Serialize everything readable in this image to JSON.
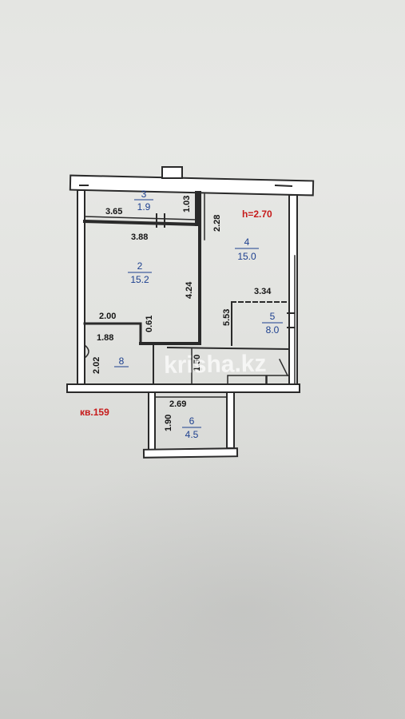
{
  "plan": {
    "apartment_label": "кв.159",
    "ceiling_height": "h=2.70",
    "watermark": "krisha.kz",
    "rooms": [
      {
        "number": "3",
        "area": "1.9"
      },
      {
        "number": "2",
        "area": "15.2"
      },
      {
        "number": "4",
        "area": "15.0"
      },
      {
        "number": "5",
        "area": "8.0"
      },
      {
        "number": "6",
        "area": "4.5"
      },
      {
        "number": "8",
        "area": ""
      }
    ],
    "dimensions": [
      "3.65",
      "1.03",
      "3.88",
      "4.24",
      "2.28",
      "3.34",
      "2.00",
      "0.61",
      "1.88",
      "2.02",
      "5.53",
      "2.69",
      "1.90",
      "1.50"
    ]
  },
  "colors": {
    "wall": "#2a2a2a",
    "room_number": "#1c3f8f",
    "accent_red": "#c61a1a"
  }
}
